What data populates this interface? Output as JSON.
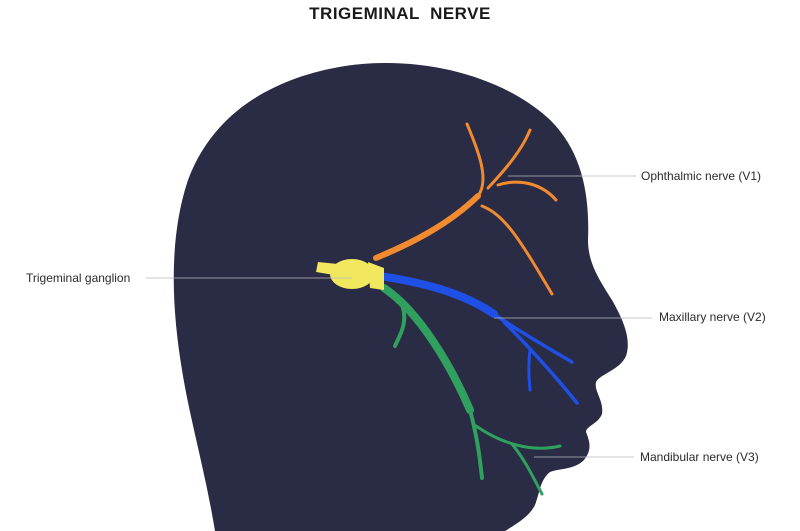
{
  "title": "TRIGEMINAL  NERVE",
  "colors": {
    "head": "#2a2b44",
    "ganglion": "#f2e85f",
    "ophthalmic": "#f28a30",
    "maxillary": "#1f50e6",
    "mandibular": "#2fa05e",
    "leader": "#b8b8c0"
  },
  "labels": {
    "ganglion": "Trigeminal ganglion",
    "ophthalmic": "Ophthalmic nerve (V1)",
    "maxillary": "Maxillary nerve (V2)",
    "mandibular": "Mandibular nerve (V3)"
  }
}
